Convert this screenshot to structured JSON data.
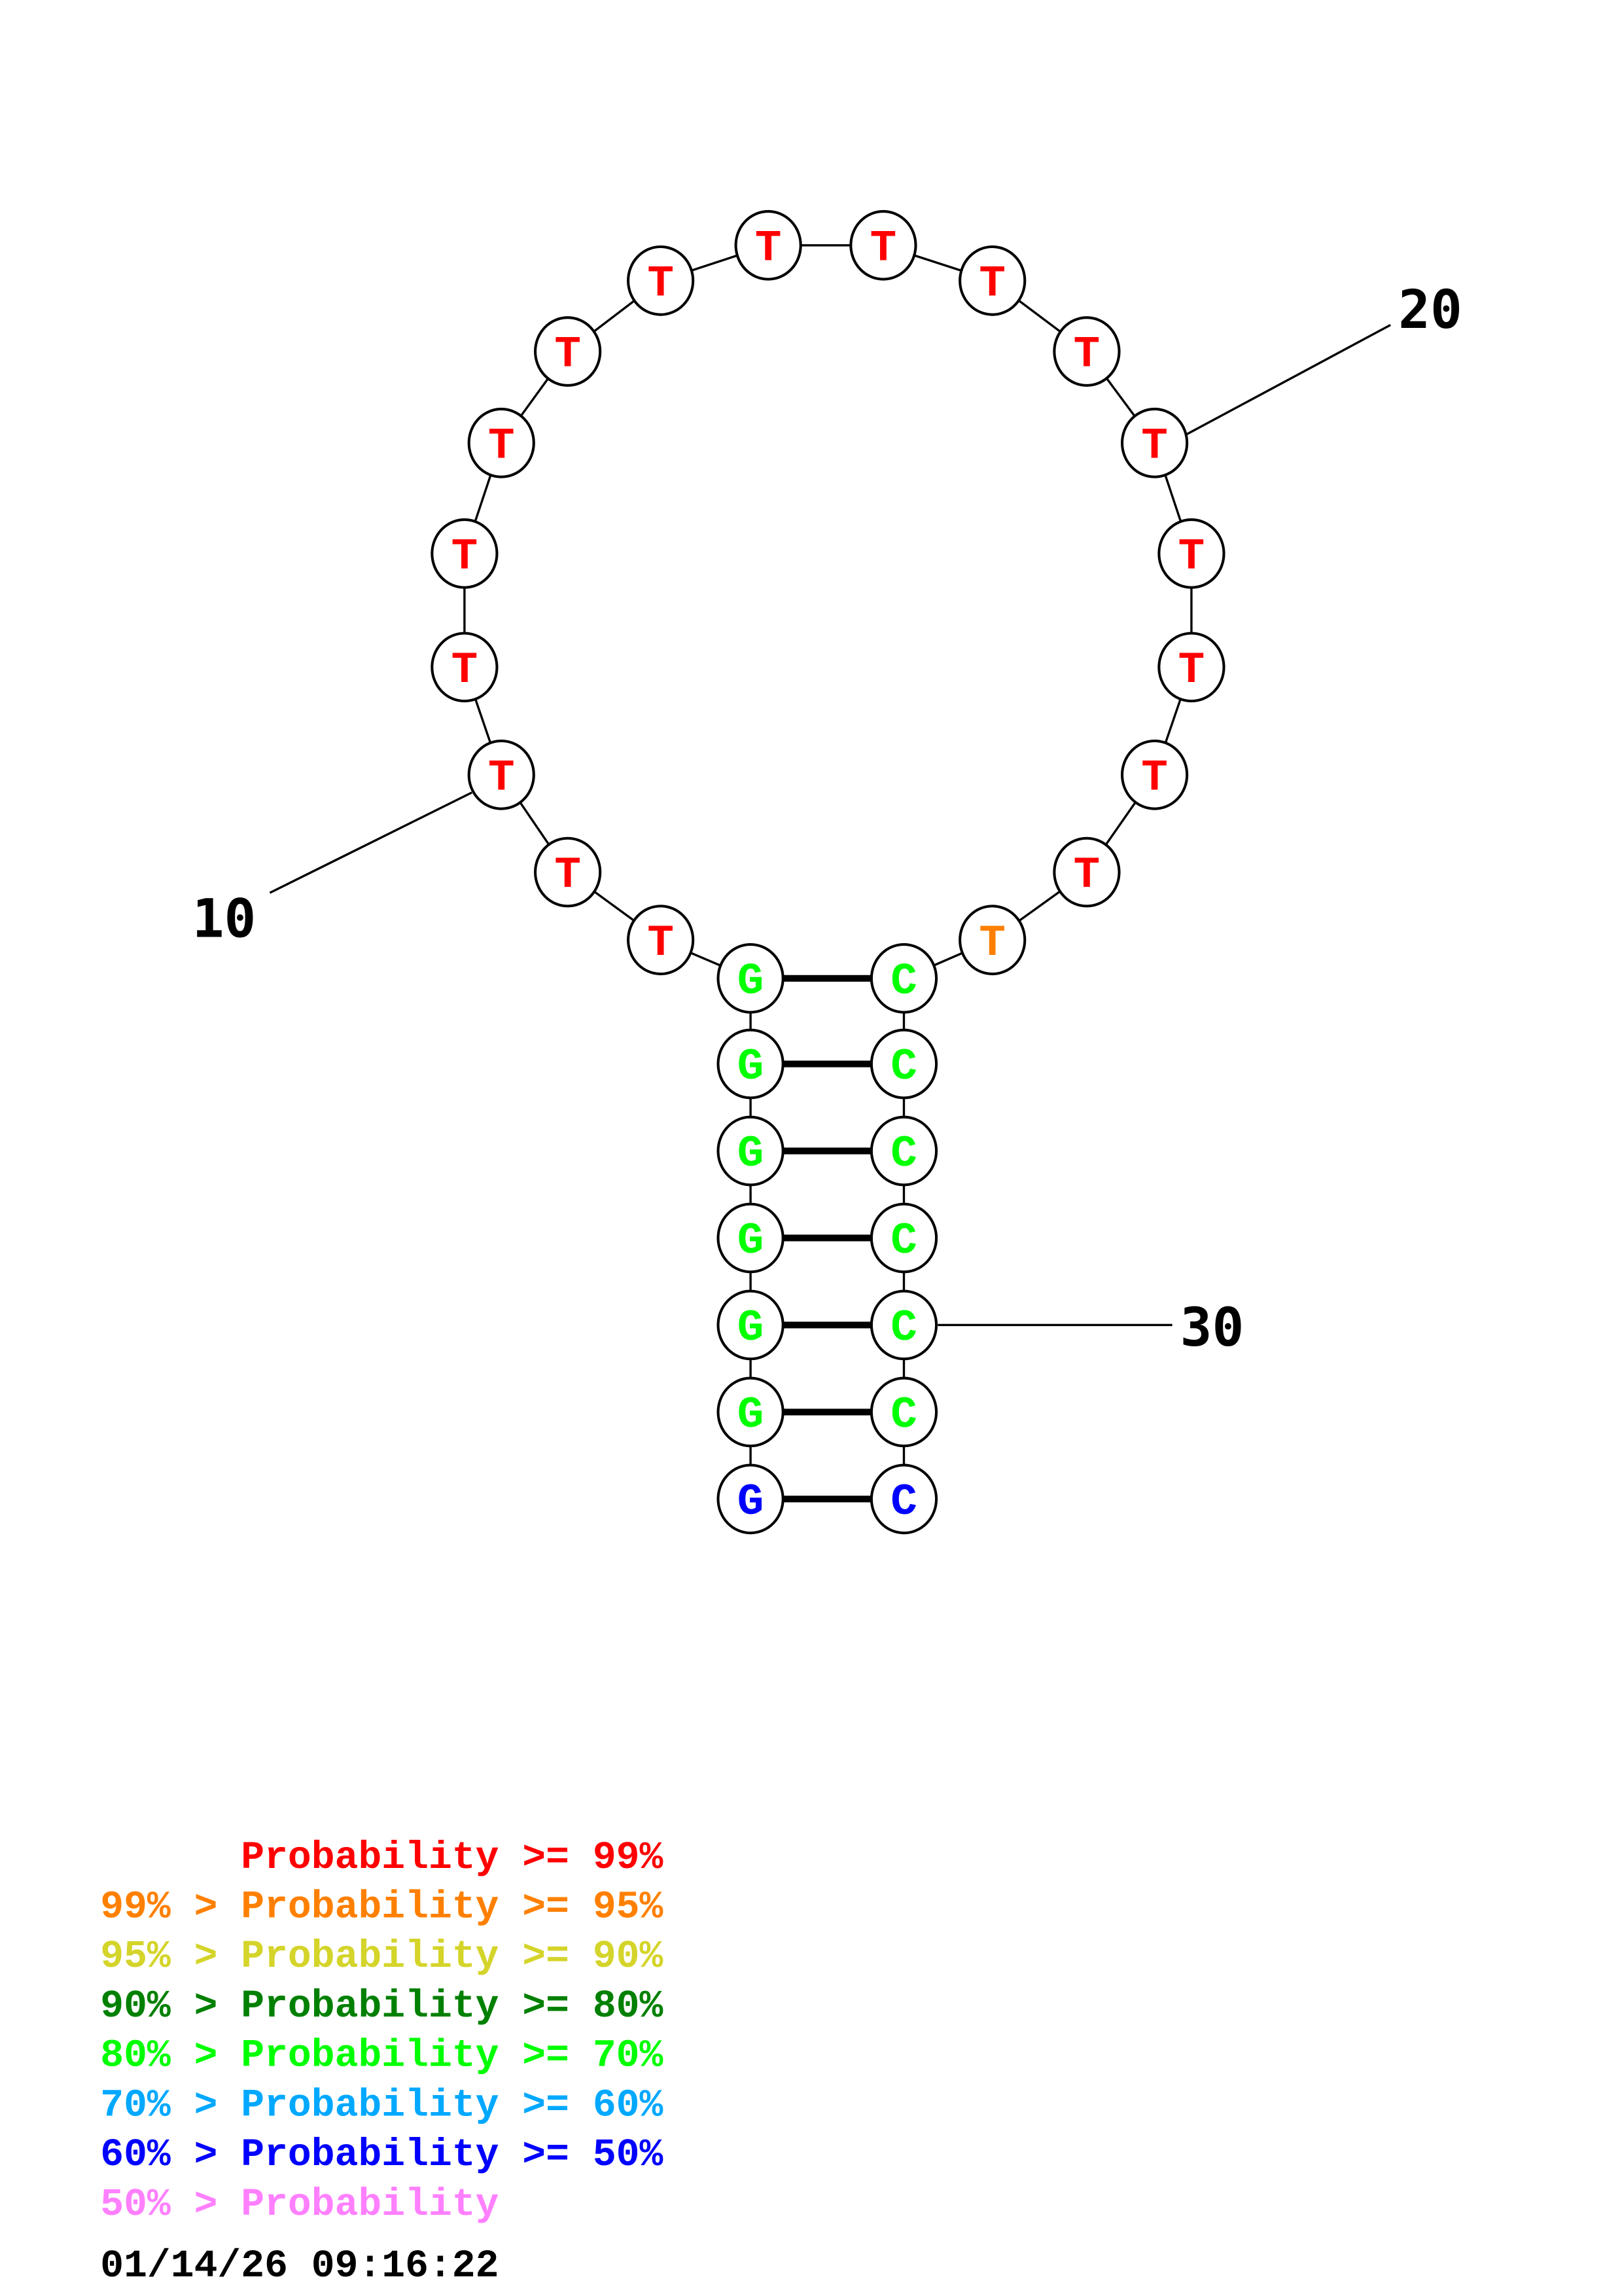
{
  "structure": {
    "sequence": "GGGGGGGTTTTTTTTTTTTTTTTTTCCCCCCC",
    "classes": {
      "p99": "#ff0000",
      "p95": "#ff8000",
      "p90": "#d4d42a",
      "p80": "#008000",
      "p70": "#00ff00",
      "p60": "#00a8ff",
      "p50": "#0000ff",
      "plow": "#ff80ff"
    },
    "nucleotides": [
      {
        "index": 1,
        "base": "G",
        "class": "p50"
      },
      {
        "index": 2,
        "base": "G",
        "class": "p70"
      },
      {
        "index": 3,
        "base": "G",
        "class": "p70"
      },
      {
        "index": 4,
        "base": "G",
        "class": "p70"
      },
      {
        "index": 5,
        "base": "G",
        "class": "p70"
      },
      {
        "index": 6,
        "base": "G",
        "class": "p70"
      },
      {
        "index": 7,
        "base": "G",
        "class": "p70"
      },
      {
        "index": 8,
        "base": "T",
        "class": "p99"
      },
      {
        "index": 9,
        "base": "T",
        "class": "p99"
      },
      {
        "index": 10,
        "base": "T",
        "class": "p99"
      },
      {
        "index": 11,
        "base": "T",
        "class": "p99"
      },
      {
        "index": 12,
        "base": "T",
        "class": "p99"
      },
      {
        "index": 13,
        "base": "T",
        "class": "p99"
      },
      {
        "index": 14,
        "base": "T",
        "class": "p99"
      },
      {
        "index": 15,
        "base": "T",
        "class": "p99"
      },
      {
        "index": 16,
        "base": "T",
        "class": "p99"
      },
      {
        "index": 17,
        "base": "T",
        "class": "p99"
      },
      {
        "index": 18,
        "base": "T",
        "class": "p99"
      },
      {
        "index": 19,
        "base": "T",
        "class": "p99"
      },
      {
        "index": 20,
        "base": "T",
        "class": "p99"
      },
      {
        "index": 21,
        "base": "T",
        "class": "p99"
      },
      {
        "index": 22,
        "base": "T",
        "class": "p99"
      },
      {
        "index": 23,
        "base": "T",
        "class": "p99"
      },
      {
        "index": 24,
        "base": "T",
        "class": "p99"
      },
      {
        "index": 25,
        "base": "T",
        "class": "p95"
      },
      {
        "index": 26,
        "base": "C",
        "class": "p70"
      },
      {
        "index": 27,
        "base": "C",
        "class": "p70"
      },
      {
        "index": 28,
        "base": "C",
        "class": "p70"
      },
      {
        "index": 29,
        "base": "C",
        "class": "p70"
      },
      {
        "index": 30,
        "base": "C",
        "class": "p70"
      },
      {
        "index": 31,
        "base": "C",
        "class": "p70"
      },
      {
        "index": 32,
        "base": "C",
        "class": "p50"
      }
    ],
    "pairs": [
      [
        1,
        32
      ],
      [
        2,
        31
      ],
      [
        3,
        30
      ],
      [
        4,
        29
      ],
      [
        5,
        28
      ],
      [
        6,
        27
      ],
      [
        7,
        26
      ]
    ],
    "position_labels": [
      {
        "index": 10,
        "text": "10"
      },
      {
        "index": 20,
        "text": "20"
      },
      {
        "index": 30,
        "text": "30"
      }
    ]
  },
  "legend": [
    {
      "text": "      Probability >= 99%",
      "color": "#ff0000"
    },
    {
      "text": "99% > Probability >= 95%",
      "color": "#ff8000"
    },
    {
      "text": "95% > Probability >= 90%",
      "color": "#d4d42a"
    },
    {
      "text": "90% > Probability >= 80%",
      "color": "#008000"
    },
    {
      "text": "80% > Probability >= 70%",
      "color": "#00ff00"
    },
    {
      "text": "70% > Probability >= 60%",
      "color": "#00a8ff"
    },
    {
      "text": "60% > Probability >= 50%",
      "color": "#0000ff"
    },
    {
      "text": "50% > Probability",
      "color": "#ff80ff"
    }
  ],
  "timestamp": "01/14/26 09:16:22"
}
